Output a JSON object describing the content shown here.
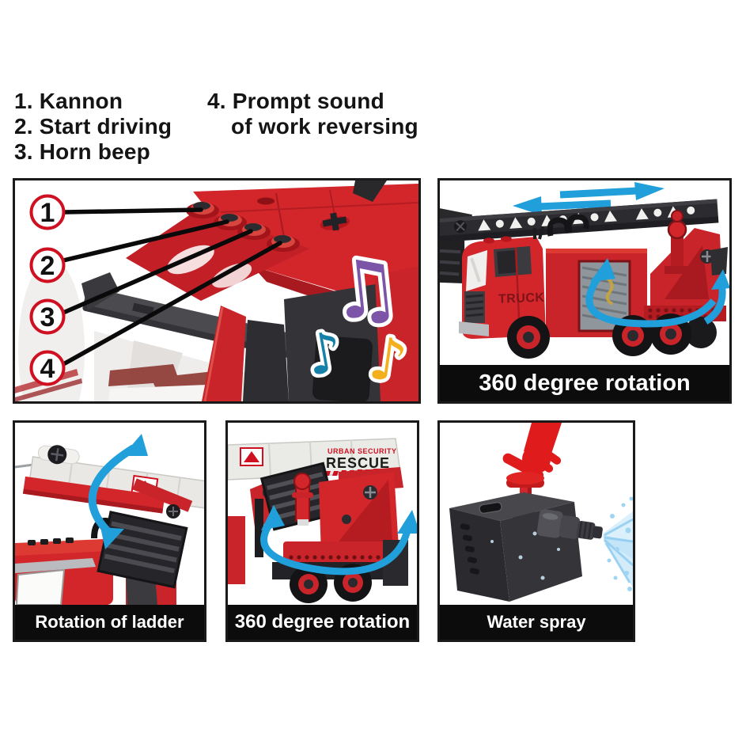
{
  "header": {
    "features_left": [
      "1. Kannon",
      "2. Start driving",
      "3. Horn beep"
    ],
    "feature4_line1": "4. Prompt sound",
    "feature4_line2": "of work reversing"
  },
  "panel_cab": {
    "callouts": [
      "1",
      "2",
      "3",
      "4"
    ],
    "note_double": "♫",
    "note_single": "♪"
  },
  "panel_ladder_truck": {
    "caption": "360 degree rotation",
    "truck_door_label": "TRUCK"
  },
  "panel_ladder_rotation": {
    "caption": "Rotation of ladder"
  },
  "panel_turret_rotation": {
    "caption": "360 degree rotation",
    "decal_top": "URBAN SECURITY",
    "decal_main": "RESCUE"
  },
  "panel_water_spray": {
    "caption": "Water spray"
  },
  "colors": {
    "truck_red": "#d2262b",
    "truck_red_dark": "#a81a20",
    "arrow_blue": "#219fdb",
    "note_purple": "#7d55a8",
    "note_teal": "#1581a8",
    "note_yellow": "#f3af1c",
    "callout_ring_red": "#cf1021",
    "caption_bg": "#0c0c0c",
    "caption_text": "#ffffff",
    "hand_red": "#e01b1b",
    "spray_blue": "#9fd4f2"
  }
}
